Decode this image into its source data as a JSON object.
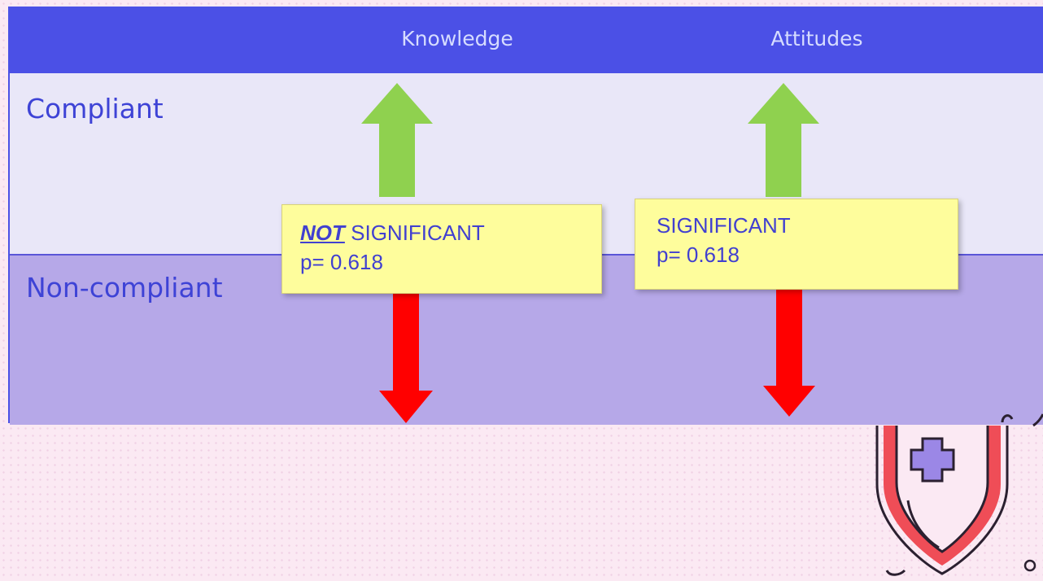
{
  "table": {
    "columns": [
      "Knowledge",
      "Attitudes"
    ],
    "rows": [
      {
        "label": "Compliant",
        "knowledge": "up",
        "attitudes": "up"
      },
      {
        "label": "Non-compliant",
        "knowledge": "down",
        "attitudes": "down"
      }
    ]
  },
  "callouts": {
    "knowledge": {
      "prefix": "NOT",
      "text": "SIGNIFICANT",
      "p_label": "p= 0.618"
    },
    "attitudes": {
      "text": "SIGNIFICANT",
      "p_label": "p= 0.618"
    }
  },
  "colors": {
    "header_bg": "#4b50e6",
    "compliant_row": "#e9e7f8",
    "noncompliant_row": "#b6a8e8",
    "up_arrow": "#8fd14f",
    "down_arrow": "#ff0000",
    "callout_bg": "#fefd9c"
  },
  "icons": {
    "decoration": "medical-shield-icon"
  }
}
